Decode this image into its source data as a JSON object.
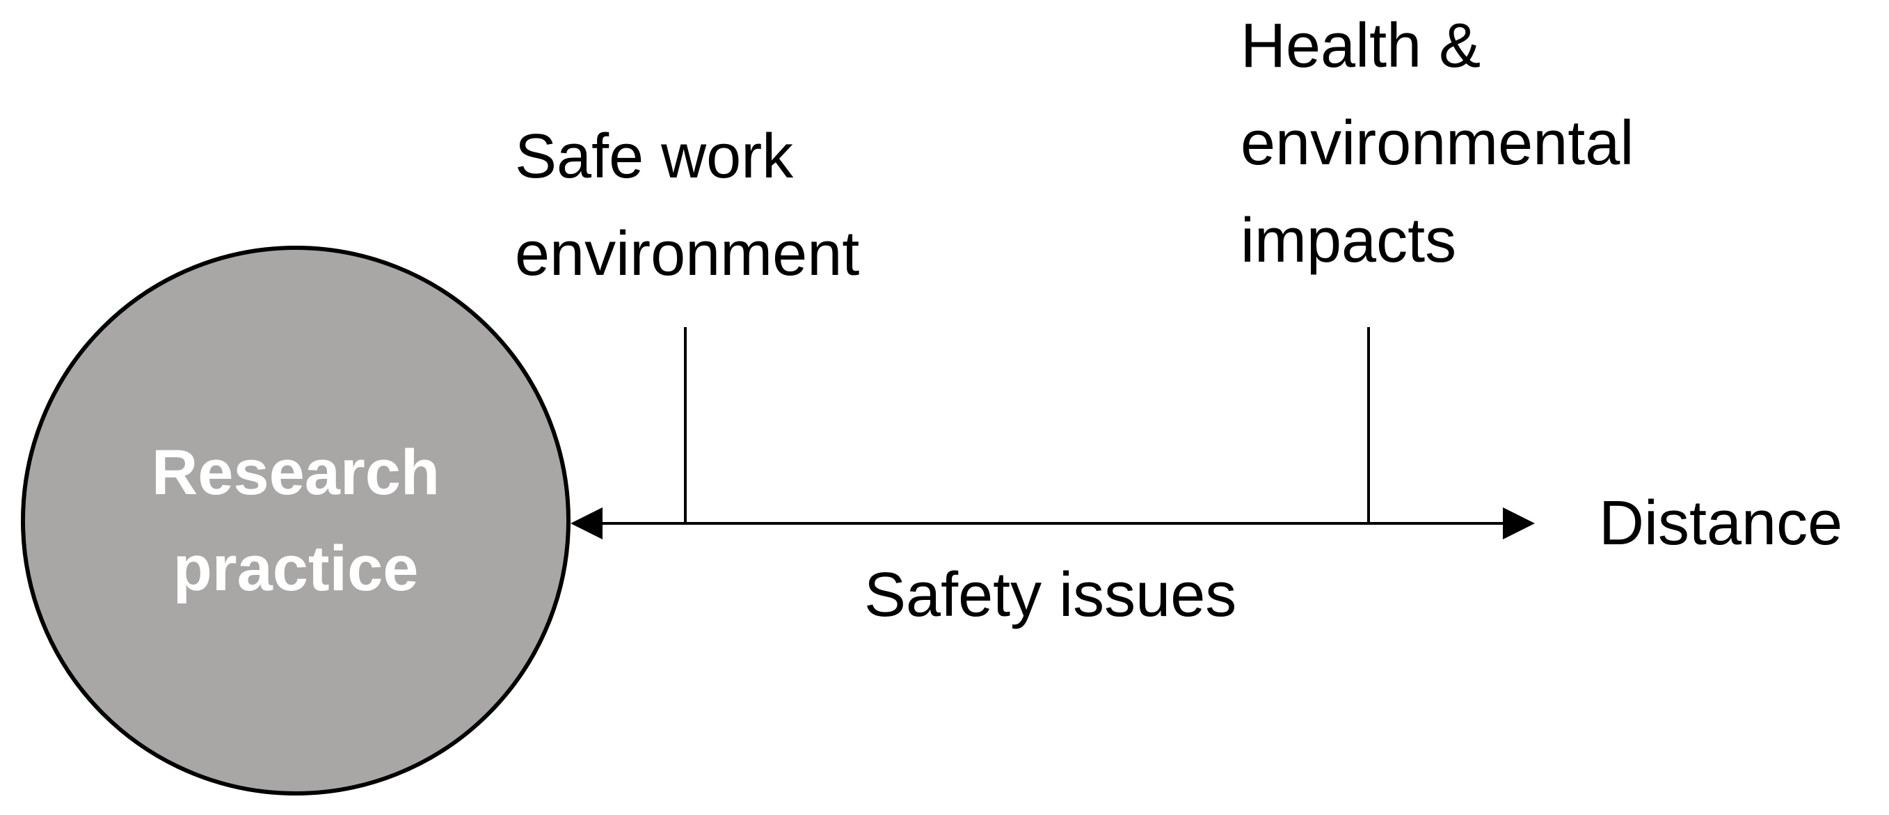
{
  "circle": {
    "label_line1": "Research",
    "label_line2": "practice",
    "fill_color": "#a9a6a6",
    "text_color": "#ffffff"
  },
  "markers": {
    "near": {
      "line1": "Safe work",
      "line2": "environment"
    },
    "far": {
      "line1": "Health &",
      "line2": "environmental",
      "line3": "impacts"
    }
  },
  "axis": {
    "end_label": "Distance",
    "caption": "Safety issues"
  }
}
